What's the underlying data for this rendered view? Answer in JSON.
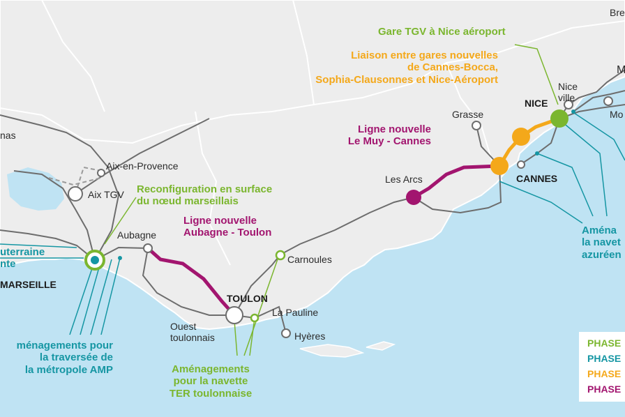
{
  "colors": {
    "sea": "#bfe3f3",
    "land": "#ededed",
    "border": "#cccccc",
    "line_gray": "#6d6d6d",
    "phase_green": "#7bb62f",
    "phase_teal": "#1596a3",
    "phase_orange": "#f4a81a",
    "phase_purple": "#a2156f"
  },
  "cities": {
    "marseille": "MARSEILLE",
    "aix_tgv": "Aix TGV",
    "aix_provence": "Aix-en-Provence",
    "aubagne": "Aubagne",
    "toulon": "TOULON",
    "carnoules": "Carnoules",
    "la_pauline": "La Pauline",
    "hyeres": "Hyères",
    "ouest_toulonnais": "Ouest\ntoulonnais",
    "les_arcs": "Les Arcs",
    "grasse": "Grasse",
    "cannes": "CANNES",
    "nice": "NICE",
    "nice_ville": "Nice\nville",
    "nas_partial": "nas",
    "bre_partial": "Bre",
    "m_partial": "M",
    "mo_partial": "Mo"
  },
  "annotations": {
    "gare_nice": "Gare TGV à Nice aéroport",
    "liaison": "Liaison entre gares nouvelles\nde Cannes-Bocca,\nSophia-Clausonnes et Nice-Aéroport",
    "ligne_muy": "Ligne nouvelle\nLe Muy - Cannes",
    "ligne_aubagne": "Ligne nouvelle\nAubagne - Toulon",
    "reconfiguration": "Reconfiguration en surface\ndu nœud marseillais",
    "souterraine": "uterraine\nnte",
    "amp": "ménagements pour\nla traversée de\nla métropole AMP",
    "ter_toulon": "Aménagements\npour la navette\nTER toulonnaise",
    "azur": "Aména\nla navet\nazuréen"
  },
  "legend": [
    "PHASE",
    "PHASE",
    "PHASE",
    "PHASE"
  ]
}
